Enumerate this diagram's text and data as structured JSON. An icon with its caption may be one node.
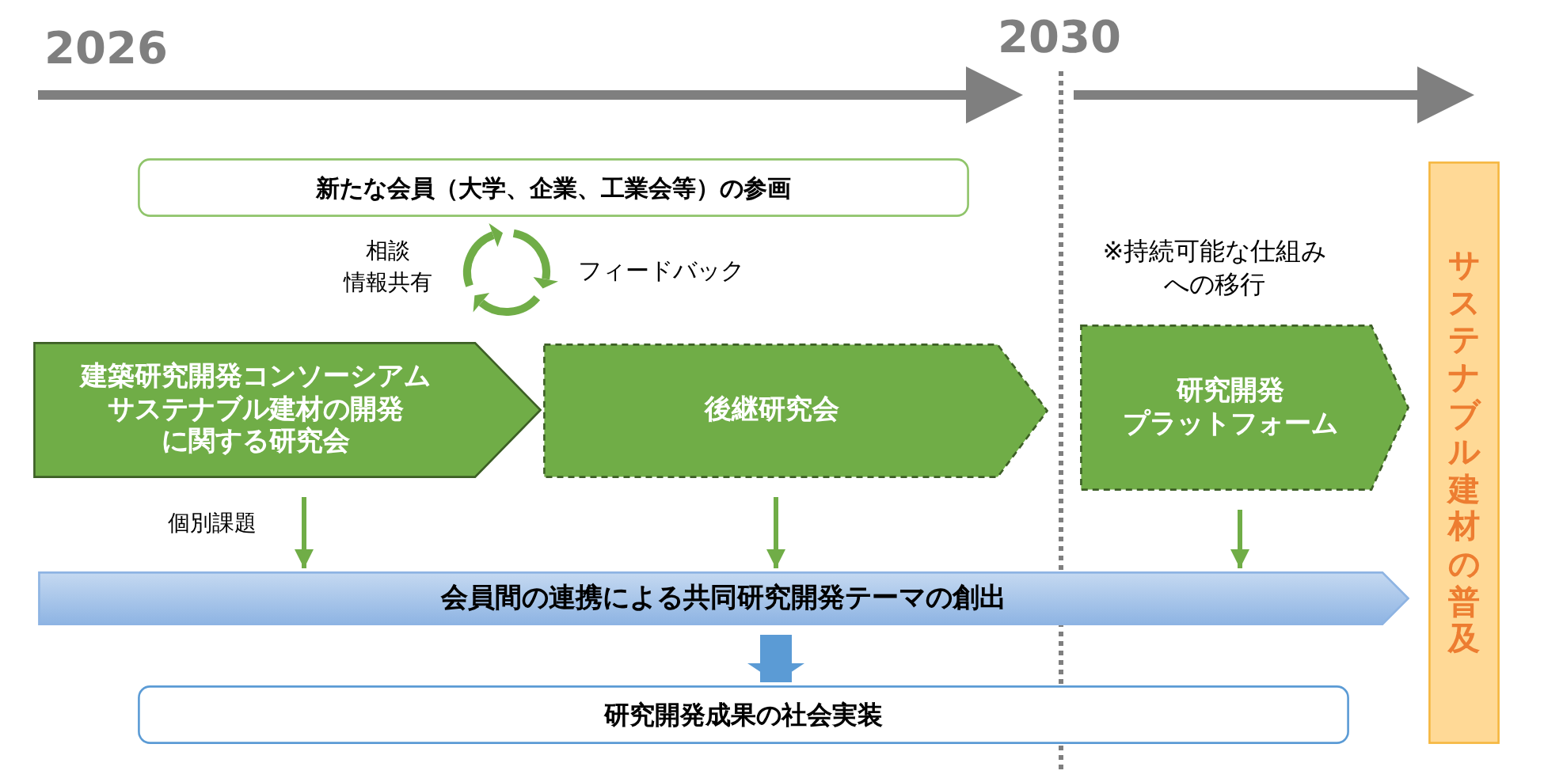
{
  "diagram": {
    "nodes": [
      {
        "text": [
          "新たな会員（大学、企業、工業会等）の参画"
        ]
      },
      {
        "text": [
          "建築研究開発コンソーシアムサステナブル建材の開発に関する研究会"
        ]
      },
      {
        "text": [
          "後継研究会"
        ]
      },
      {
        "text": [
          "研究開発プラットフォーム"
        ],
        "beside": [
          "※持続可能な仕組みへの移行"
        ]
      },
      {
        "text": [
          "会員間の連携による共同研究開発テーマの創出"
        ]
      },
      {
        "text": [
          "研究開発成果の社会実装"
        ]
      },
      {
        "text": [
          "サステナブル建材の普及"
        ]
      }
    ],
    "edges": [
      {
        "from": 1,
        "to": 4,
        "arrow": "to",
        "label": "個別課題"
      },
      {
        "from": 2,
        "to": 4,
        "arrow": "to"
      },
      {
        "from": 3,
        "to": 4,
        "arrow": "to"
      },
      {
        "from": 4,
        "to": 5,
        "arrow": "to",
        "style": "thick",
        "color": "#5b9bd5"
      }
    ],
    "labels": [
      "2026",
      "2030",
      "相談情報共有",
      "フィードバック"
    ]
  }
}
